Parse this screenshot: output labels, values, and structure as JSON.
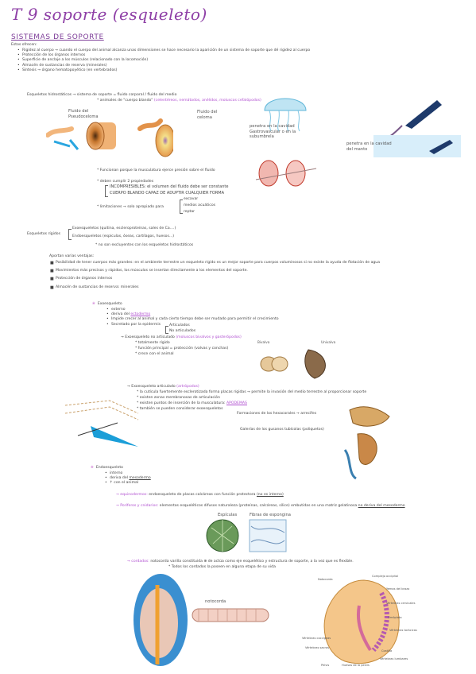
{
  "title": "T 9 soporte (esqueleto)",
  "section": "SISTEMAS DE SOPORTE",
  "intro_label": "Estos ofrecen:",
  "offers": [
    "Rigidez al cuerpo → cuando el cuerpo del animal alcanza unas dimensiones se hace necesario la aparición de un sistema de soporte que dé rigidez al cuerpo",
    "Protección de los órganos internos",
    "Superficie de anclaje a los músculos (relacionado con la locomoción)",
    "Almacén de sustancias de reserva (minerales)",
    "Síntesis → órgano hematopoyético (en vertebrados)"
  ],
  "hydro": {
    "line1": "Esqueletos hidrostáticos → sistema de soporte = fluido corporal / fluido del medio",
    "line2": "* animales de \"cuerpo blando\"",
    "line2_extra": "(celentéreos, nemátodos, anélidos, moluscos cefalópodos)",
    "fig_label1": "Fluido del Pseudoceloma",
    "fig_label2": "Fluido del celoma",
    "fig_label3": "penetra en la cavidad Gastrovascular o en la subumbrela",
    "fig_label4": "penetra en la cavidad del manto",
    "func": "* Funcionan porque la musculatura ejerce presión sobre el fluido",
    "props_head": "* deben cumplir 2 propiedades",
    "prop1": "INCOMPRESIBLES: el volumen del fluido debe ser constante",
    "prop2": "CUERPO BLANDO CAPAZ DE ADUPTIR CUALQUIER FORMA",
    "limits": "* limitaciones → solo apropiado para",
    "limit_items": [
      "excavar",
      "medios acuáticos",
      "reptar"
    ]
  },
  "rigid": {
    "label": "Esqueletos rígidos",
    "items": [
      "Exoesqueletos (quitina, escleroproteínas, sales de Ca....)",
      "Endoesqueletos (espículas, óseas, cartílagos, huesos...)"
    ],
    "note": "* no son excluyentes con los esqueletos hidrostáticos"
  },
  "advantages_head": "Aportan varias ventajas:",
  "advantages": [
    "Posibilidad de tener cuerpos más grandes: en el ambiente terrestre un esqueleto rígido es un mejor soporte para cuerpos voluminosos si no existe la ayuda de flotación de agua",
    "Movimientos más precisos y rápidos, los músculos se insertan directamente a los elementos del soporte.",
    "Protección de órganos internos",
    "Almacén de sustancias de reserva: minerales"
  ],
  "exo": {
    "head": "Exoesqueleto",
    "items": [
      "externo",
      "deriva del ectodermo",
      "Impide crecer al animal y cada cierto tiempo debe ser mudado para permitir el crecimiento",
      "Secretado por la epidermis"
    ],
    "types": [
      "Articulados",
      "No articulados"
    ],
    "non_art": "→ Exoesqueleto no articulado",
    "non_art_extra": "(moluscos bivalvos y gasterópodos)",
    "non_art_items": [
      "* totalmente rígido",
      "* función principal = protección (valvas y conchas)",
      "* crece con el animal"
    ],
    "shell_labels": [
      "Bivalva",
      "Univalva"
    ],
    "art": "→ Exoesqueleto articulado",
    "art_extra": "(artrópodos)",
    "art_items": [
      "* la cutícula fuertemente esclerotizada forma placas rígidas → permite la invasión del medio terrestre al proporcionar soporte",
      "* existen zonas membranosas de articulación",
      "* existen puntos de inserción de la musculatura:",
      "* también se pueden considerar exoesqueletos"
    ],
    "apodemas": "APODEMAS",
    "coral_labels": [
      "Formaciones de los hexacorales → arrecifes",
      "Galerías de los gusanos tubícolas (poliquetos)"
    ]
  },
  "endo": {
    "head": "Endoesqueleto",
    "items": [
      "interno",
      "deriva del mesodermo",
      "↑ con el animal"
    ],
    "equin_label": "→ equinodermos:",
    "equin_text": "endoesqueleto de placas calcáreas con función protectora",
    "equin_ul": "(no es interno)",
    "porif_label": "→ Poríferos y cnidarios:",
    "porif_text": "elementos esqueléticos difusos naturaleza (proteínas, calcáreas, sílice) embutidas en una matriz gelatinosa",
    "porif_ul": "no deriva del mesodermo",
    "fig_labels": [
      "Espículas",
      "Fibras de espongina"
    ],
    "cord_label": "→ cordados:",
    "cord_text": "notocorda varilla constituida ⊕ de actúa como eje esquelético y estructura de soporte, a la vez que es flexible.",
    "cord_note": "* Todos los cordados la poseen en alguna etapa de su vida",
    "noto_label": "notocorda",
    "embryo_labels": [
      "Notocorda",
      "Complejo occipital",
      "Yemas del brazo",
      "Vértebras cervicales",
      "Omóplato",
      "Vértebras torácicas",
      "Costilla",
      "Vértebras lumbares",
      "Huesos de la pelvis",
      "Pelvis",
      "Vértebras sacras",
      "Vértebras coccígeas"
    ]
  },
  "colors": {
    "title": "#8e3fa6",
    "accent": "#b04fd0",
    "blue": "#1b9ed8"
  }
}
